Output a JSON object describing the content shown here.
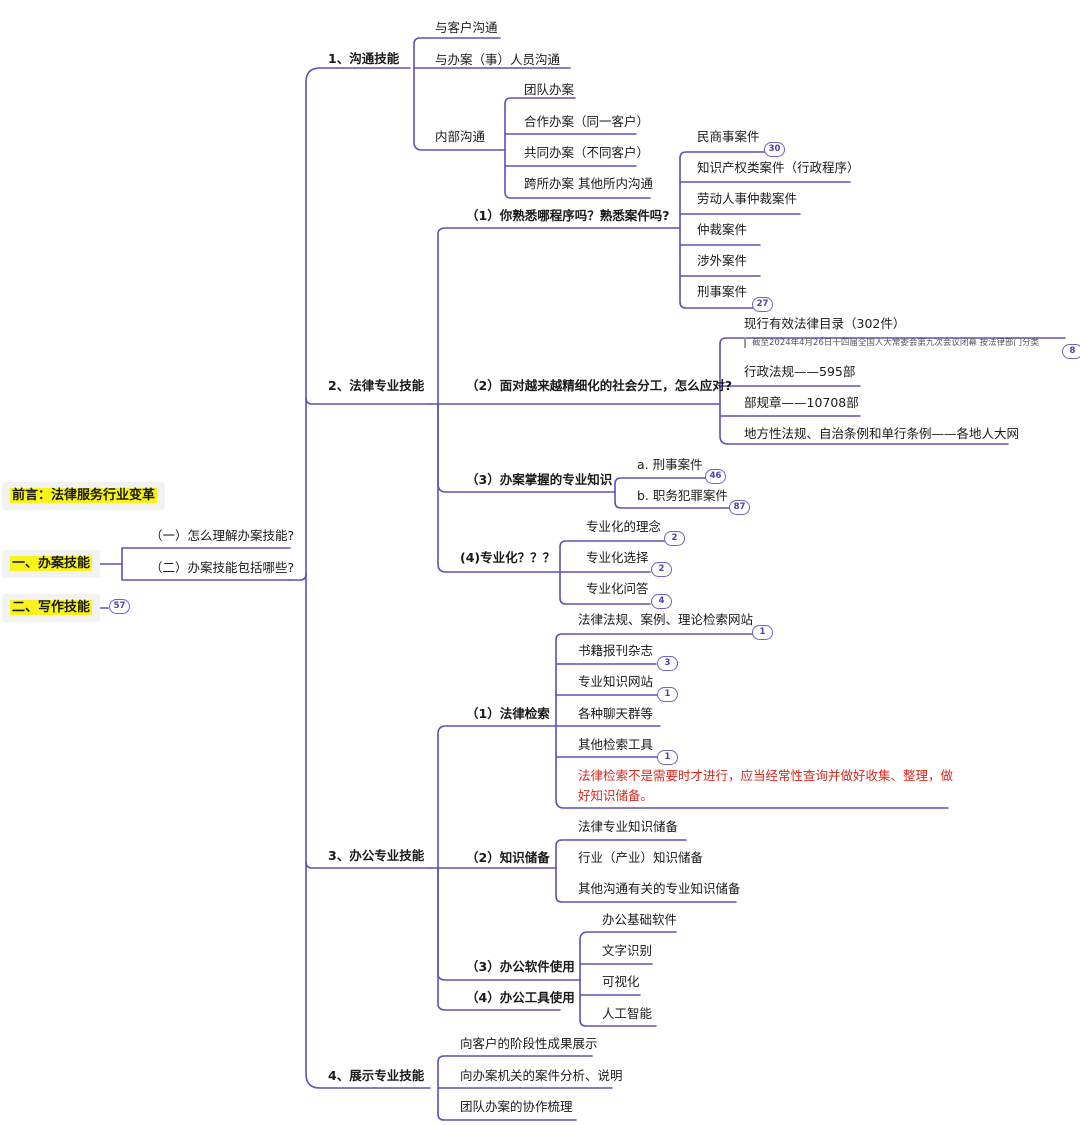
{
  "roots": {
    "preface": "前言：法律服务行业变革",
    "r1": "一、办案技能",
    "r2": "二、写作技能",
    "r2_badge": "57"
  },
  "r1_children": {
    "c1": "（一）怎么理解办案技能?",
    "c2": "（二）办案技能包括哪些?"
  },
  "s1": {
    "title": "1、沟通技能",
    "i1": "与客户沟通",
    "i2": "与办案（事）人员沟通",
    "i3": "内部沟通",
    "internal": [
      "团队办案",
      "合作办案（同一客户）",
      "共同办案（不同客户）",
      "跨所办案 其他所内沟通"
    ]
  },
  "s2": {
    "title": "2、法律专业技能",
    "q1": "（1）你熟悉哪程序吗？熟悉案件吗?",
    "q1_items": [
      "民商事案件",
      "知识产权类案件（行政程序）",
      "劳动人事仲裁案件",
      "仲裁案件",
      "涉外案件",
      "刑事案件"
    ],
    "q1_badges": {
      "civil": "30",
      "criminal": "27"
    },
    "q2": "（2）面对越来越精细化的社会分工，怎么应对?",
    "q2_items": [
      "现行有效法律目录（302件）",
      "行政法规——595部",
      "部规章——10708部",
      "地方性法规、自治条例和单行条例——各地人大网"
    ],
    "q2_note": "截至2024年4月26日十四届全国人大常委会第九次会议闭幕 按法律部门分类",
    "q2_badge": "8",
    "q3": "（3）办案掌握的专业知识",
    "q3_items": [
      "a. 刑事案件",
      "b. 职务犯罪案件"
    ],
    "q3_badges": [
      "46",
      "87"
    ],
    "q4": "(4)专业化？？？",
    "q4_items": [
      "专业化的理念",
      "专业化选择",
      "专业化问答"
    ],
    "q4_badges": [
      "2",
      "2",
      "4"
    ]
  },
  "s3": {
    "title": "3、办公专业技能",
    "p1": "（1）法律检索",
    "p1_items": [
      "法律法规、案例、理论检索网站",
      "书籍报刊杂志",
      "专业知识网站",
      "各种聊天群等",
      "其他检索工具"
    ],
    "p1_badges": [
      "1",
      "3",
      "1",
      "1"
    ],
    "p1_note": "法律检索不是需要时才进行，应当经常性查询并做好收集、整理，做好知识储备。",
    "p2": "（2）知识储备",
    "p2_items": [
      "法律专业知识储备",
      "行业（产业）知识储备",
      "其他沟通有关的专业知识储备"
    ],
    "p3": "（3）办公软件使用",
    "p3_items": [
      "办公基础软件",
      "文字识别",
      "可视化",
      "人工智能"
    ],
    "p4": "（4）办公工具使用"
  },
  "s4": {
    "title": "4、展示专业技能",
    "items": [
      "向客户的阶段性成果展示",
      "向办案机关的案件分析、说明",
      "团队办案的协作梳理"
    ]
  },
  "colors": {
    "line": "#5a52b8",
    "highlight": "#f8f31c",
    "note": "#d6281e"
  }
}
